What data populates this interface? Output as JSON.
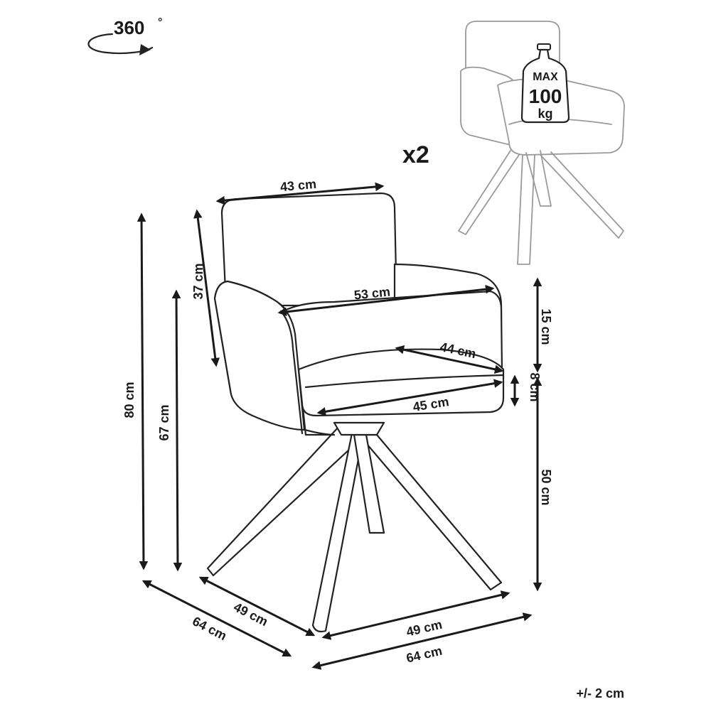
{
  "rotation": {
    "label": "360",
    "unit": "°"
  },
  "quantity": "x2",
  "max_load": {
    "line1": "MAX",
    "line2": "100",
    "line3": "kg"
  },
  "tolerance": "+/- 2 cm",
  "dimensions": {
    "backrest_width": "43 cm",
    "backrest_height": "37 cm",
    "total_height": "80 cm",
    "armrest_top_height": "67 cm",
    "armrest_width": "53 cm",
    "seat_depth_inner": "44 cm",
    "seat_width": "45 cm",
    "seat_thickness": "8 cm",
    "armrest_above_seat": "15 cm",
    "seat_height": "50 cm",
    "base_depth": "49 cm",
    "total_depth": "64 cm",
    "base_width": "49 cm",
    "total_width": "64 cm"
  }
}
